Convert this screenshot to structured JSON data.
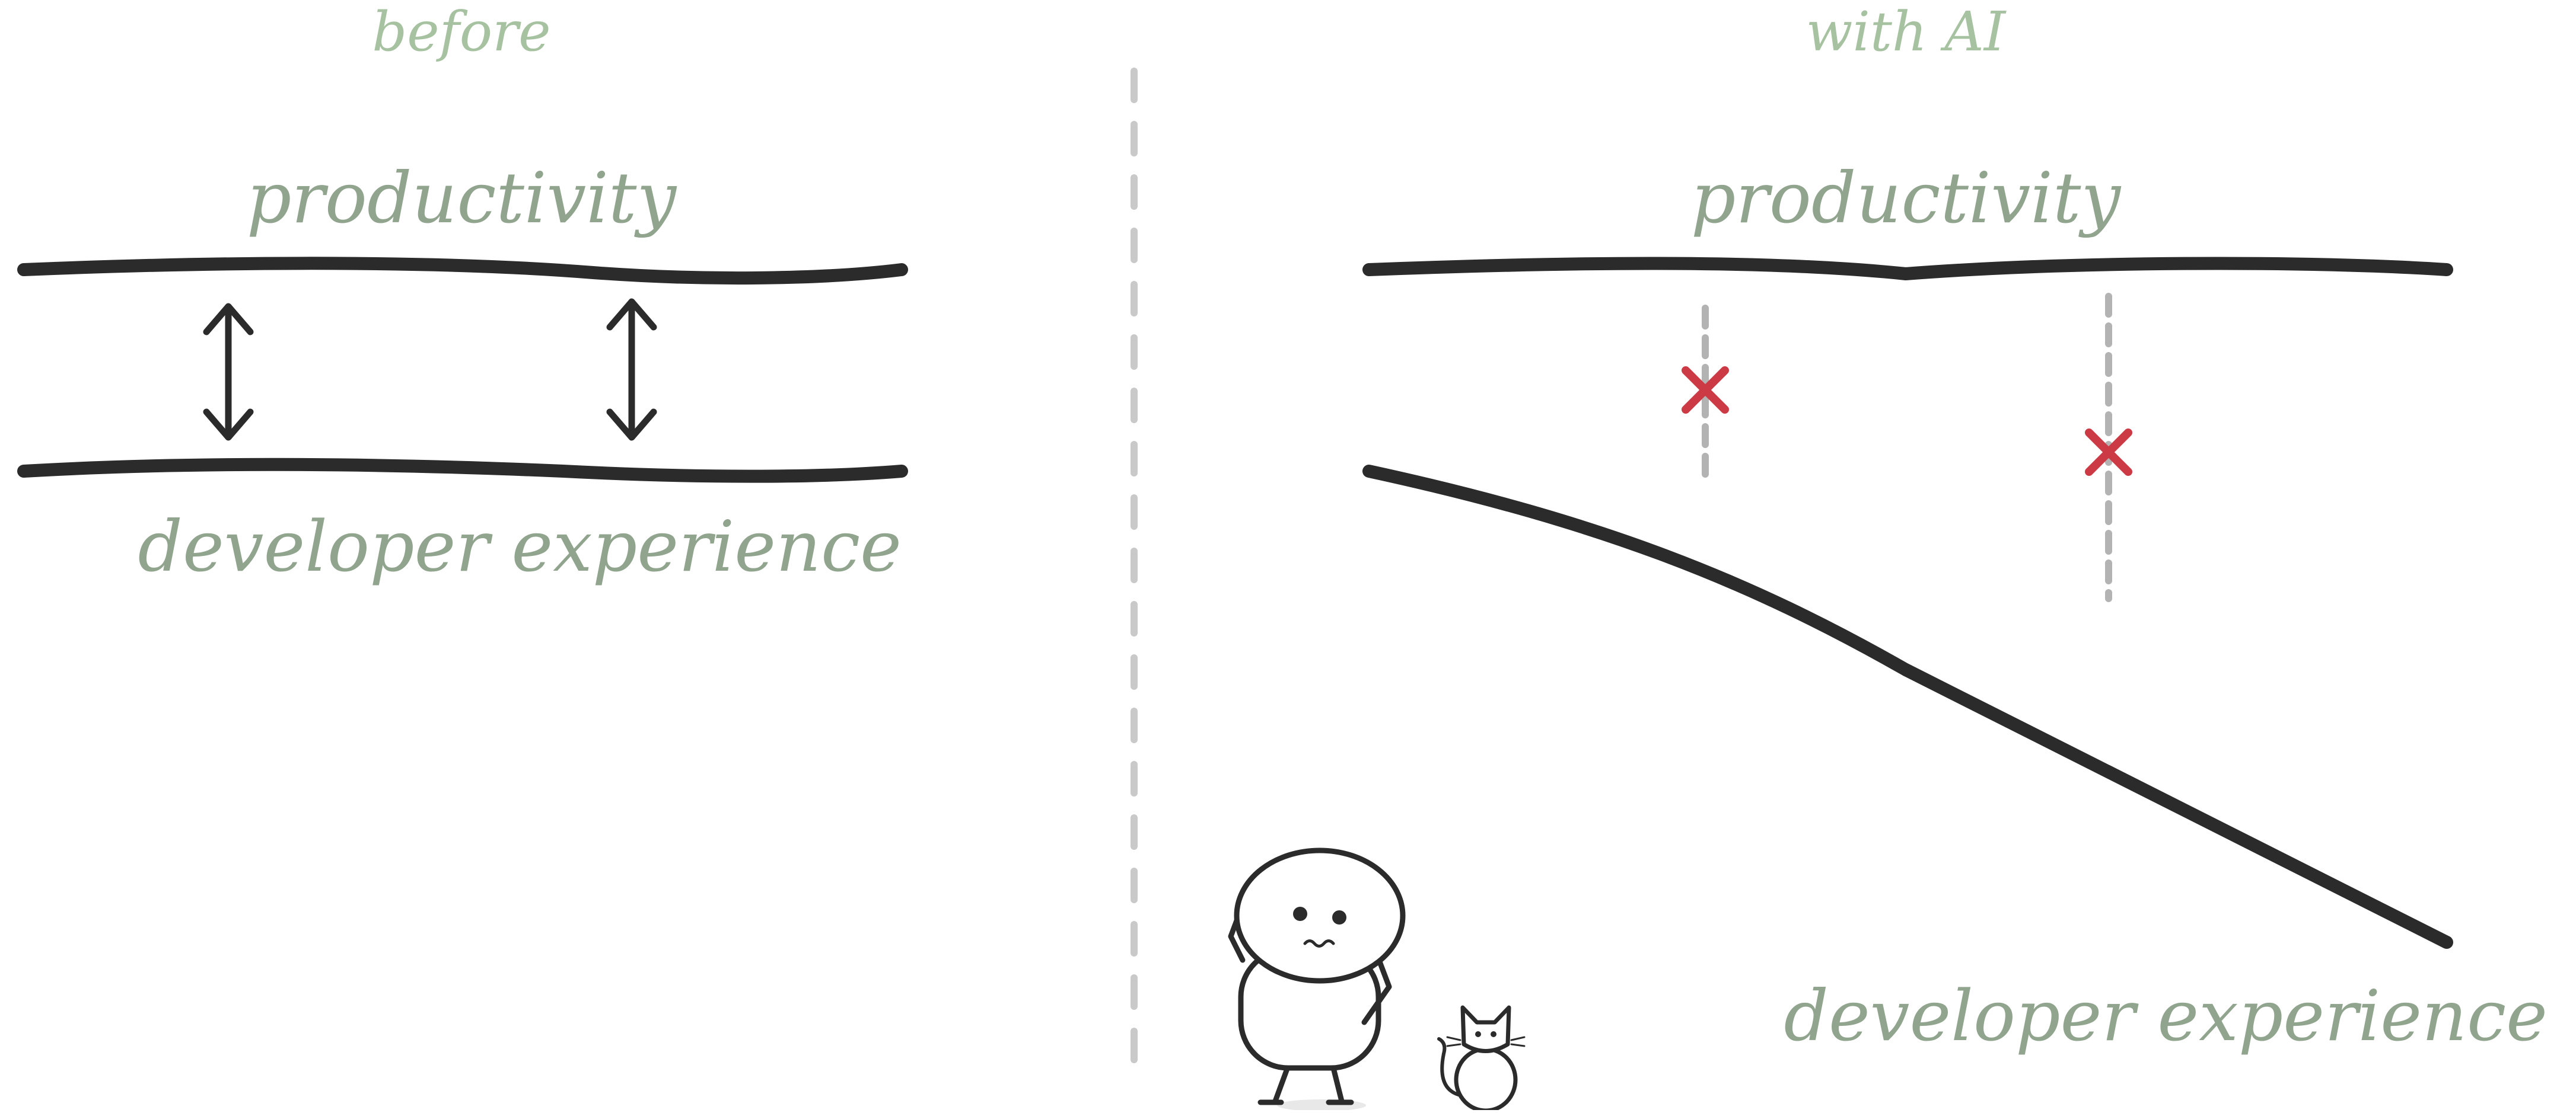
{
  "before_panel": {
    "title": "before",
    "top_label": "productivity",
    "bottom_label": "developer experience"
  },
  "after_panel": {
    "title": "with AI",
    "top_label": "productivity",
    "bottom_label": "developer experience"
  },
  "colors": {
    "label_text": "#90a48e",
    "title_text": "#a6c2a0",
    "line": "#2b2b2b",
    "divider": "#c9c9c9",
    "broken_link_marker": "#cc3b45",
    "dashed_link": "#b3b3b3"
  },
  "icons": {
    "linked_arrow": "double-headed-vertical-arrow-icon",
    "broken_link": "red-x-icon",
    "character": "worried-stick-figure-icon",
    "pet": "cat-icon"
  }
}
